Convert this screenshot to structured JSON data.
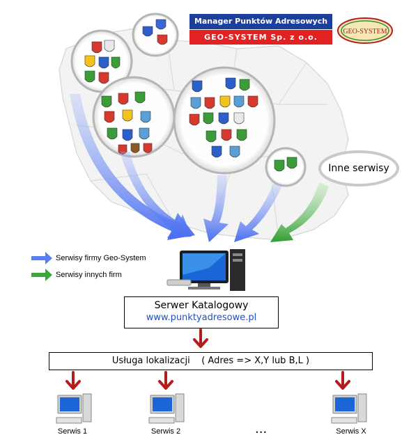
{
  "banner": {
    "line1": "Manager Punktów Adresowych",
    "line2": "GEO-SYSTEM Sp. z o.o."
  },
  "logo": {
    "text": "GEO-SYSTEM",
    "icon": "geo-system-logo"
  },
  "inne_serwisy": "Inne serwisy",
  "legend": [
    {
      "label": "Serwisy firmy Geo-System",
      "color": "#5a7df0"
    },
    {
      "label": "Serwisy innych firm",
      "color": "#3aa83a"
    }
  ],
  "server": {
    "title": "Serwer Katalogowy",
    "url": "www.punktyadresowe.pl"
  },
  "service": {
    "text": "Usługa lokalizacji    ( Adres => X,Y lub B,L )"
  },
  "clients": [
    {
      "label": "Serwis 1"
    },
    {
      "label": "Serwis 2"
    },
    {
      "label": "Serwis X"
    }
  ],
  "ellipsis": "...",
  "colors": {
    "blue_arrow": "#5a7df0",
    "green_arrow": "#3aa83a",
    "red_arrow": "#b51d1d",
    "banner_blue": "#1b3f9a",
    "banner_red": "#e22222",
    "link": "#1f4fc6"
  }
}
